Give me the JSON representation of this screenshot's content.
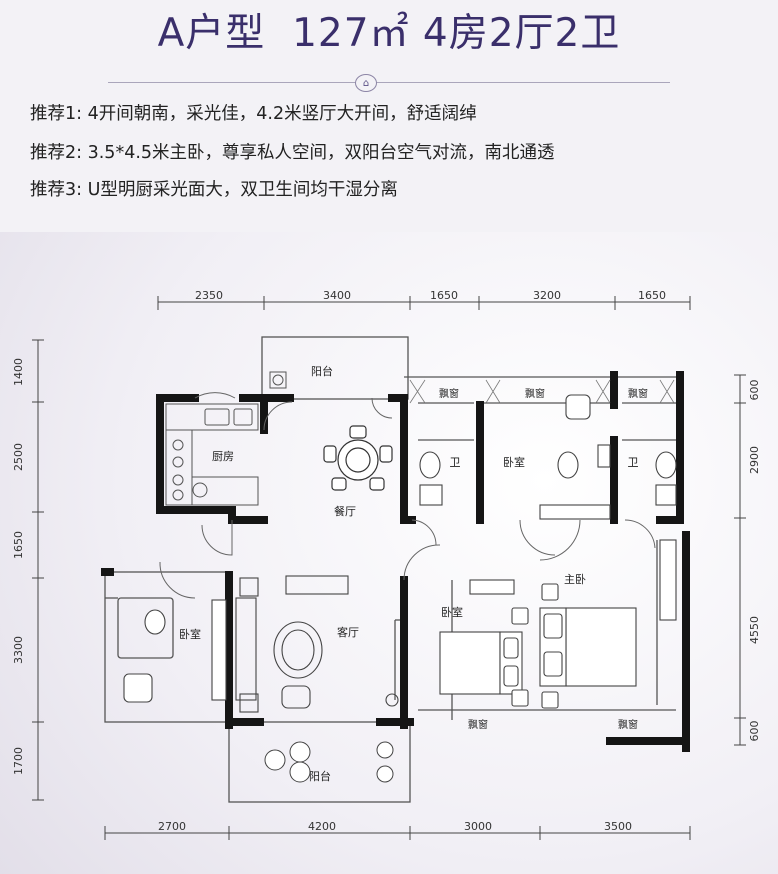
{
  "header": {
    "title": "A户型  127㎡ 4房2厅2卫",
    "emblem_icon": "house-icon"
  },
  "recommendations": [
    {
      "label": "推荐1:",
      "text": "4开间朝南，采光佳，4.2米竖厅大开间，舒适阔绰"
    },
    {
      "label": "推荐2:",
      "text": "3.5*4.5米主卧，尊享私人空间，双阳台空气对流，南北通透"
    },
    {
      "label": "推荐3:",
      "text": "U型明厨采光面大，双卫生间均干湿分离"
    }
  ],
  "dimensions": {
    "top": [
      "2350",
      "3400",
      "1650",
      "3200",
      "1650"
    ],
    "bottom": [
      "2700",
      "4200",
      "3000",
      "3500"
    ],
    "left": [
      "1400",
      "2500",
      "1650",
      "3300",
      "1700"
    ],
    "right": [
      "600",
      "2900",
      "4550",
      "600"
    ]
  },
  "rooms": {
    "balcony_north": "阳台",
    "kitchen": "厨房",
    "dining": "餐厅",
    "bay_window": "飘窗",
    "bath": "卫",
    "bedroom": "卧室",
    "master_bedroom": "主卧",
    "living": "客厅",
    "balcony_south": "阳台"
  },
  "colors": {
    "title": "#3a2f6b",
    "wall": "#151515"
  }
}
